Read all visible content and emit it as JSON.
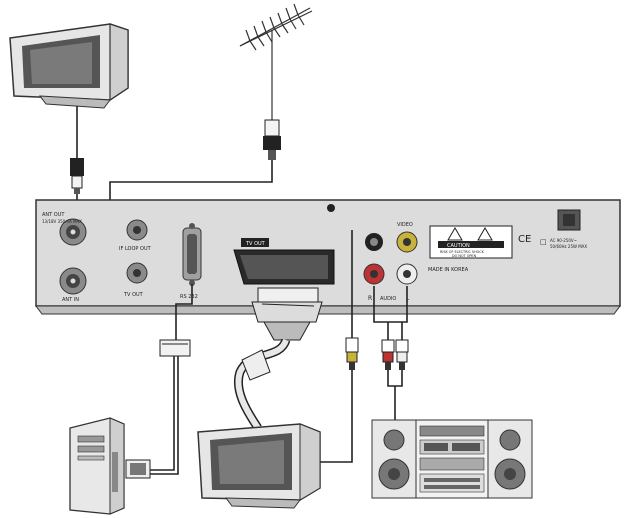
{
  "panel": {
    "ant_out": "ANT OUT",
    "ant_out_spec": "13/18V 350mA MAX",
    "ant_in": "ANT IN",
    "if_loop_out": "IF LOOP OUT",
    "tv_out_rf": "TV OUT",
    "rs232": "RS 232",
    "scart_label": "TV OUT",
    "video": "VIDEO",
    "audio": "AUDIO",
    "audio_l": "L",
    "audio_r": "R",
    "caution": "CAUTION",
    "caution_line1": "RISK OF ELECTRIC SHOCK",
    "caution_line2": "DO NOT OPEN",
    "made_in": "MADE IN KOREA",
    "ce": "CE",
    "power_line1": "AC 90-250V~",
    "power_line2": "50/60Hz 25W MAX",
    "double_insulation_symbol": "□"
  }
}
